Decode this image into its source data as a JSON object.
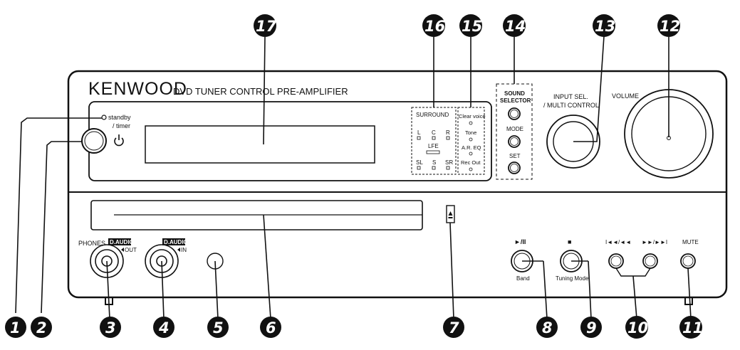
{
  "brand": "KENWOOD",
  "model": "DVD TUNER CONTROL PRE-AMPLIFIER",
  "labels": {
    "standby": "standby",
    "timer": "/ timer",
    "surround": "SURROUND",
    "l": "L",
    "c": "C",
    "r": "R",
    "lfe": "LFE",
    "sl": "SL",
    "s": "S",
    "sr": "SR",
    "clear_voice": "Clear voice",
    "tone": "Tone",
    "ar_eq": "A.R. EQ",
    "rec_out": "Rec Out",
    "sound_selector_1": "SOUND",
    "sound_selector_2": "SELECTOR",
    "mode": "MODE",
    "set": "SET",
    "input_sel_1": "INPUT SEL.",
    "input_sel_2": "/ MULTI CONTROL",
    "volume": "VOLUME",
    "phones": "PHONES",
    "daudio_out_badge": "D.AUDIO",
    "daudio_out": "OUT",
    "daudio_in_badge": "D.AUDIO",
    "daudio_in": "IN",
    "play_pause": "►/II",
    "stop": "■",
    "band": "Band",
    "tuning_mode": "Tuning Mode",
    "skip_back": "I◄◄/◄◄",
    "skip_fwd": "►►/►►I",
    "mute": "MUTE"
  },
  "callouts": [
    "1",
    "2",
    "3",
    "4",
    "5",
    "6",
    "7",
    "8",
    "9",
    "10",
    "11",
    "12",
    "13",
    "14",
    "15",
    "16",
    "17"
  ]
}
